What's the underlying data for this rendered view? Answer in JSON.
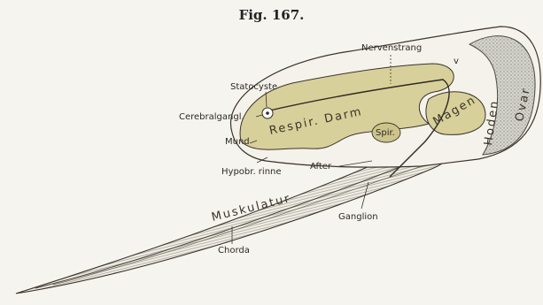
{
  "figure": {
    "title": "Fig. 167."
  },
  "labels": {
    "nervenstrang": "Nervenstrang",
    "statocyste": "Statocyste",
    "cerebralganglion": "Cerebralgangl.",
    "mund": "Mund",
    "hypobranchialrinne": "Hypobr. rinne",
    "after": "After",
    "ganglion": "Ganglion",
    "chorda": "Chorda",
    "darm": "Respir. Darm",
    "magen": "Magen",
    "spiral": "Spir.",
    "hoden": "Hoden",
    "ovar": "Ovar",
    "muskulatur": "Muskulatur",
    "vorne_marker": "v"
  },
  "colors": {
    "gut_fill": "#d8d09a",
    "gonad_fill": "#cfcfc6",
    "ink": "#3a342a"
  }
}
